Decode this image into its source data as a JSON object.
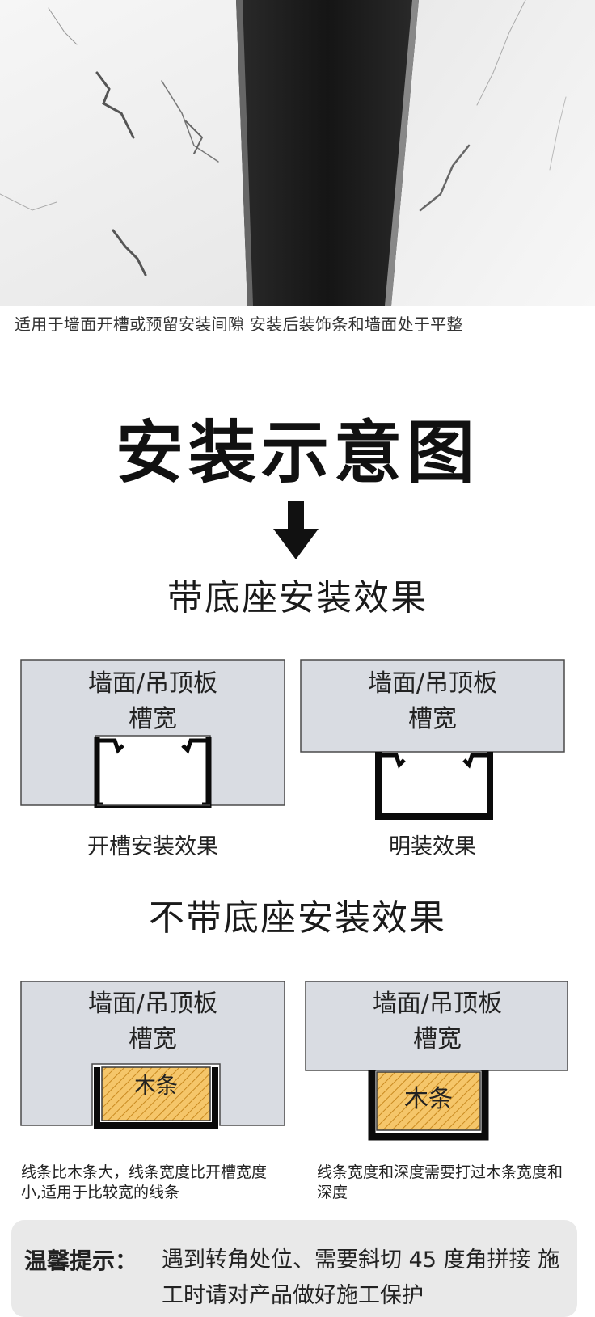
{
  "hero": {
    "caption": "适用于墙面开槽或预留安装间隙 安装后装饰条和墙面处于平整"
  },
  "main_title": "安装示意图",
  "section_with_base": {
    "title": "带底座安装效果",
    "diagram_left": {
      "label_line1": "墙面/吊顶板",
      "label_line2": "槽宽",
      "caption": "开槽安装效果"
    },
    "diagram_right": {
      "label_line1": "墙面/吊顶板",
      "label_line2": "槽宽",
      "caption": "明装效果"
    }
  },
  "section_without_base": {
    "title": "不带底座安装效果",
    "diagram_left": {
      "label_line1": "墙面/吊顶板",
      "label_line2": "槽宽",
      "wood_label": "木条",
      "note": "线条比木条大，线条宽度比开槽宽度小,适用于比较宽的线条"
    },
    "diagram_right": {
      "label_line1": "墙面/吊顶板",
      "label_line2": "槽宽",
      "wood_label": "木条",
      "note": "线条宽度和深度需要打过木条宽度和深度"
    }
  },
  "tip": {
    "title": "温馨提示：",
    "text": "遇到转角处位、需要斜切 45 度角拼接 施工时请对产品做好施工保护"
  },
  "colors": {
    "panel_fill": "#d9dce2",
    "panel_stroke": "#4a4a4a",
    "profile": "#0a0a0a",
    "wood_fill": "#f5c66a",
    "wood_hatch": "#c98a20",
    "tip_bg": "#e9e9e9"
  },
  "icons": {
    "arrow": "down-arrow-icon"
  }
}
